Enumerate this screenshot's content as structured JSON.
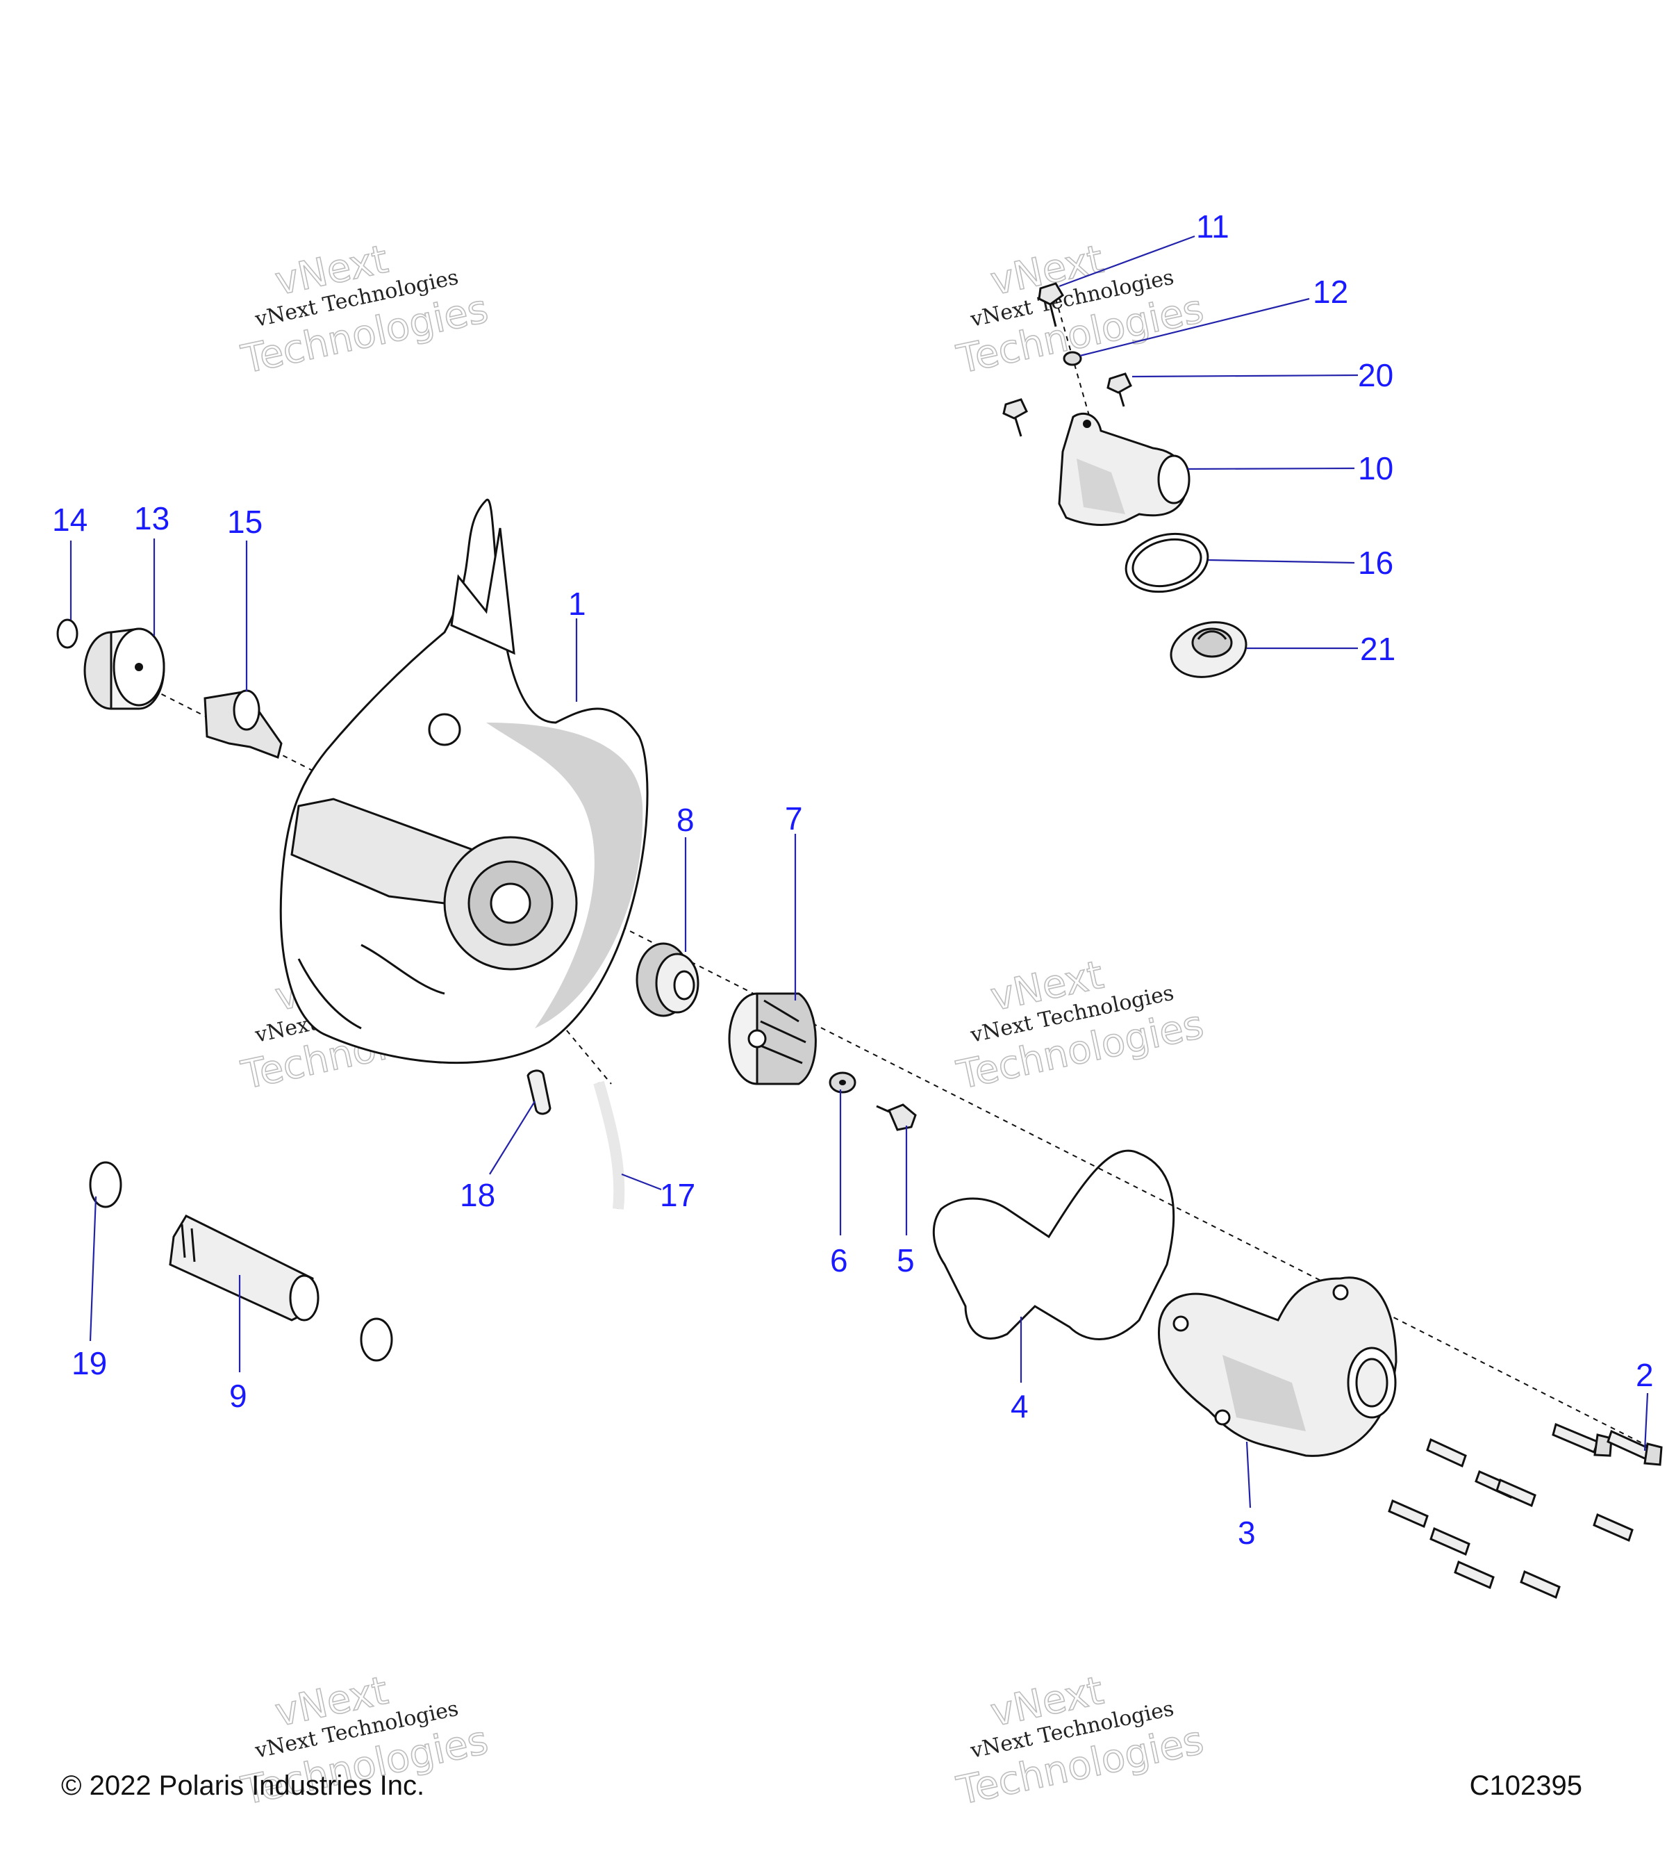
{
  "callouts": [
    {
      "label": "1",
      "part": "housing"
    },
    {
      "label": "2",
      "part": "bolt"
    },
    {
      "label": "3",
      "part": "pump-cover"
    },
    {
      "label": "4",
      "part": "gasket"
    },
    {
      "label": "5",
      "part": "impeller-bolt"
    },
    {
      "label": "6",
      "part": "washer"
    },
    {
      "label": "7",
      "part": "impeller"
    },
    {
      "label": "8",
      "part": "seal"
    },
    {
      "label": "9",
      "part": "tube"
    },
    {
      "label": "10",
      "part": "thermostat-housing"
    },
    {
      "label": "11",
      "part": "bleed-screw"
    },
    {
      "label": "12",
      "part": "bleed-washer"
    },
    {
      "label": "13",
      "part": "pulley"
    },
    {
      "label": "14",
      "part": "ring"
    },
    {
      "label": "15",
      "part": "shaft"
    },
    {
      "label": "16",
      "part": "thermostat-seal"
    },
    {
      "label": "17",
      "part": "hose"
    },
    {
      "label": "18",
      "part": "pin"
    },
    {
      "label": "19",
      "part": "o-ring"
    },
    {
      "label": "20",
      "part": "housing-bolt"
    },
    {
      "label": "21",
      "part": "thermostat"
    }
  ],
  "watermark": {
    "line_small": "vNext Technologies",
    "line_top": "vNext",
    "line_bottom": "Technologies"
  },
  "footer": {
    "copyright": "© 2022 Polaris Industries Inc.",
    "drawing_id": "C102395"
  },
  "colors": {
    "callout": "#1a1aff",
    "line": "#111111",
    "shade": "#d2d2d2"
  }
}
